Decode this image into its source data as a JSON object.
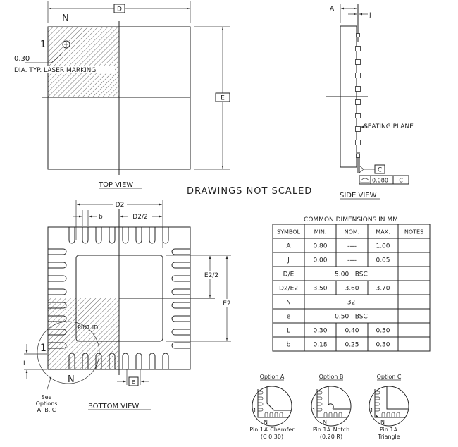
{
  "top_view": {
    "title": "TOP VIEW",
    "dim_d": "D",
    "dim_e": "E",
    "pin_n": "N",
    "pin_1": "1",
    "marking_size": "0.30",
    "marking_note": "DIA. TYP. LASER MARKING"
  },
  "note": "DRAWINGS NOT SCALED",
  "side_view": {
    "title": "SIDE VIEW",
    "dim_a": "A",
    "dim_j": "J",
    "seating_plane": "SEATING PLANE",
    "datum": "C",
    "tolerance": "0.080",
    "tolerance_datum": "C"
  },
  "bottom_view": {
    "title": "BOTTOM VIEW",
    "dim_d2": "D2",
    "dim_b": "b",
    "dim_d2_half": "D2/2",
    "dim_e2_half": "E2/2",
    "dim_e2": "E2",
    "dim_e": "e",
    "dim_l": "L",
    "pin_1": "1",
    "pin_n": "N",
    "pin1_id": "PIN1 ID",
    "see_options": [
      "See",
      "Options",
      "A, B, C"
    ]
  },
  "dimensions_table": {
    "title": "COMMON DIMENSIONS IN MM",
    "headers": [
      "SYMBOL",
      "MIN.",
      "NOM.",
      "MAX.",
      "NOTES"
    ],
    "rows": [
      {
        "symbol": "A",
        "min": "0.80",
        "nom": "----",
        "max": "1.00"
      },
      {
        "symbol": "J",
        "min": "0.00",
        "nom": "----",
        "max": "0.05"
      },
      {
        "symbol": "D/E",
        "span": "5.00   BSC"
      },
      {
        "symbol": "D2/E2",
        "min": "3.50",
        "nom": "3.60",
        "max": "3.70"
      },
      {
        "symbol": "N",
        "span": "32"
      },
      {
        "symbol": "e",
        "span": "0.50   BSC"
      },
      {
        "symbol": "L",
        "min": "0.30",
        "nom": "0.40",
        "max": "0.50"
      },
      {
        "symbol": "b",
        "min": "0.18",
        "nom": "0.25",
        "max": "0.30"
      }
    ]
  },
  "options": [
    {
      "title": "Option A",
      "caption1": "Pin 1# Chamfer",
      "caption2": "(C 0.30)",
      "pin_1": "1",
      "pin_n": "N"
    },
    {
      "title": "Option B",
      "caption1": "Pin 1# Notch",
      "caption2": "(0.20 R)",
      "pin_1": "1",
      "pin_n": "N"
    },
    {
      "title": "Option C",
      "caption1": "Pin 1#",
      "caption2": "Triangle",
      "pin_1": "1",
      "pin_n": "N"
    }
  ]
}
